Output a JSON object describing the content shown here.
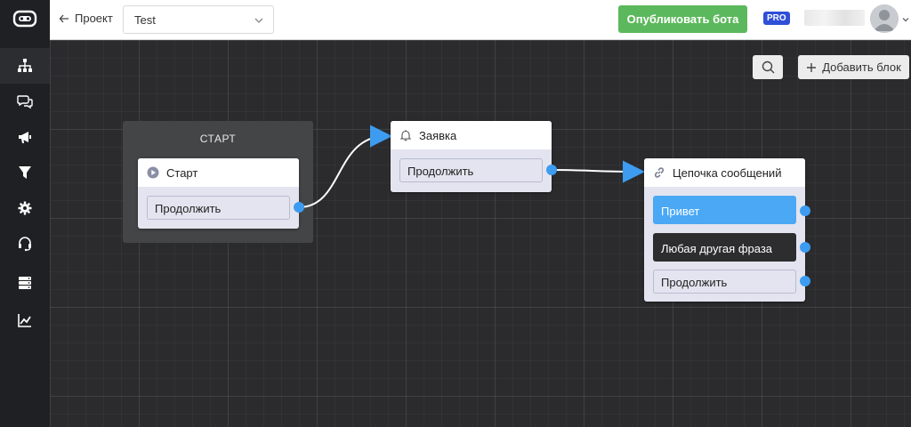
{
  "header": {
    "back_label": "Проект",
    "project_value": "Test",
    "publish_label": "Опубликовать бота",
    "pro_badge": "PRO"
  },
  "toolbar": {
    "add_block_label": "Добавить блок"
  },
  "canvas": {
    "group_title": "СТАРТ",
    "nodes": [
      {
        "title": "Старт",
        "icon": "play-circle-icon",
        "buttons": [
          "Продолжить"
        ]
      },
      {
        "title": "Заявка",
        "icon": "bell-icon",
        "buttons": [
          "Продолжить"
        ]
      },
      {
        "title": "Цепочка сообщений",
        "icon": "link-icon",
        "buttons": [
          "Привет",
          "Любая другая фраза",
          "Продолжить"
        ]
      }
    ]
  },
  "sidebar": {
    "items": [
      "sitemap-icon",
      "chat-icon",
      "megaphone-icon",
      "filter-icon",
      "gear-icon",
      "headset-icon",
      "server-icon",
      "chart-line-icon"
    ]
  },
  "colors": {
    "accent": "#3d9cf0",
    "publish": "#5cb85c",
    "pro": "#2f4fd8"
  }
}
